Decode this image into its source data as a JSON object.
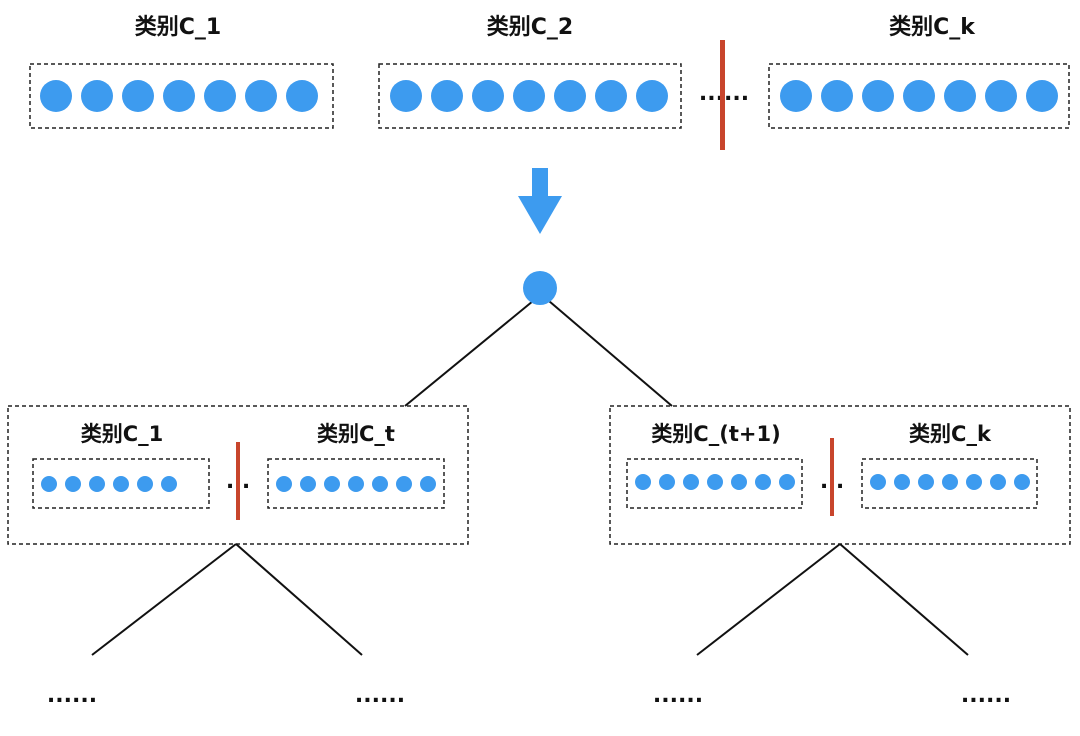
{
  "colors": {
    "dot": "#3d9bef",
    "separator": "#c8452c",
    "line": "#111111",
    "border": "#222222",
    "arrow": "#3d9bef"
  },
  "top_row": {
    "groups": [
      {
        "label": "类别C_1",
        "dot_count": 7
      },
      {
        "label": "类别C_2",
        "dot_count": 7
      },
      {
        "label": "类别C_k",
        "dot_count": 7
      }
    ],
    "ellipsis": "......"
  },
  "left_node": {
    "groups": [
      {
        "label": "类别C_1",
        "dot_count": 6
      },
      {
        "label": "类别C_t",
        "dot_count": 7
      }
    ],
    "ellipsis": ". ."
  },
  "right_node": {
    "groups": [
      {
        "label": "类别C_(t+1)",
        "dot_count": 7
      },
      {
        "label": "类别C_k",
        "dot_count": 7
      }
    ],
    "ellipsis": ". ."
  },
  "leaf_ellipses": [
    "......",
    "......",
    "......",
    "......"
  ]
}
